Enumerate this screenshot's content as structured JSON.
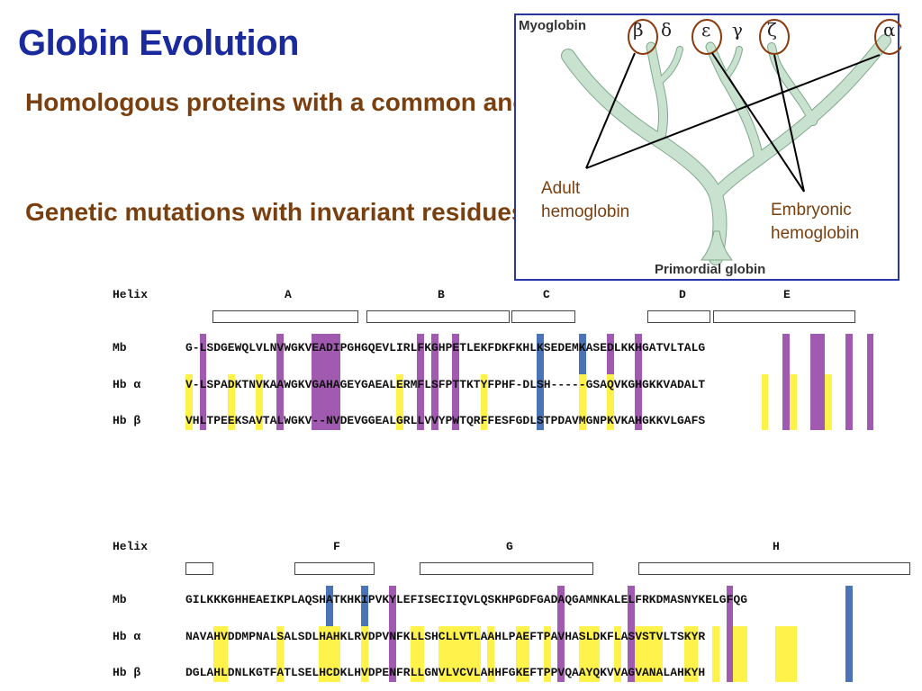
{
  "slide": {
    "title": "Globin Evolution",
    "bullets": [
      "Homologous proteins with a common ancestor",
      "Genetic mutations with invariant residues"
    ]
  },
  "tree": {
    "myoglobin": "Myoglobin",
    "primordial": "Primordial globin",
    "greek": [
      "β",
      "δ",
      "ε",
      "γ",
      "ζ",
      "α"
    ],
    "adult_label": [
      "Adult",
      "hemoglobin"
    ],
    "embryonic_label": [
      "Embryonic",
      "hemoglobin"
    ],
    "colors": {
      "branch": "#c8e2cf",
      "branch_stroke": "#7fa88a",
      "circle": "#8b3a0e",
      "box": "#2a35a8"
    }
  },
  "alignment": {
    "colors": {
      "purple": "#a05ab0",
      "blue": "#4a73b8",
      "yellow": "#fff24a"
    },
    "blocks": [
      {
        "helix_word": "Helix",
        "helices": [
          "A",
          "B",
          "C",
          "D",
          "E"
        ],
        "rows": [
          {
            "label": "Mb",
            "seq": "G-LSDGEWQLVLNVWGKVEADIPGHGQEVLIRLFKGHPETLEKFDKFKHLKSEDEMKASEDLKKHGATVLTALG"
          },
          {
            "label": "Hb α",
            "seq": "V-LSPADKTNVKAAWGKVGAHAGEYGAEALERMFLSFPTTKTYFPHF-DLSH-----GSAQVKGHGKKVADALT"
          },
          {
            "label": "Hb β",
            "seq": "VHLTPEEKSAVTALWGKV--NVDEVGGEALGRLLVVYPWTQRFFESFGDLSTPDAVMGNPKVKAHGKKVLGAFS"
          }
        ]
      },
      {
        "helix_word": "Helix",
        "helices": [
          "F",
          "G",
          "H"
        ],
        "rows": [
          {
            "label": "Mb",
            "seq": "GILKKKGHHEAEIKPLAQSHATKHKIPVKYLEFISECIIQVLQSKHPGDFGADAQGAMNKALELFRKDMASNYKELGFQG"
          },
          {
            "label": "Hb α",
            "seq": "NAVAHVDDMPNALSALSDLHAHKLRVDPVNFKLLSHCLLVTLAAHLPAEFTPAVHASLDKFLASVSTVLTSKYR"
          },
          {
            "label": "Hb β",
            "seq": "DGLAHLDNLKGTFATLSELHCDKLHVDPENFRLLGNVLVCVLAHHFGKEFTPPVQAAYQKVVAGVANALAHKYH"
          }
        ]
      }
    ]
  }
}
